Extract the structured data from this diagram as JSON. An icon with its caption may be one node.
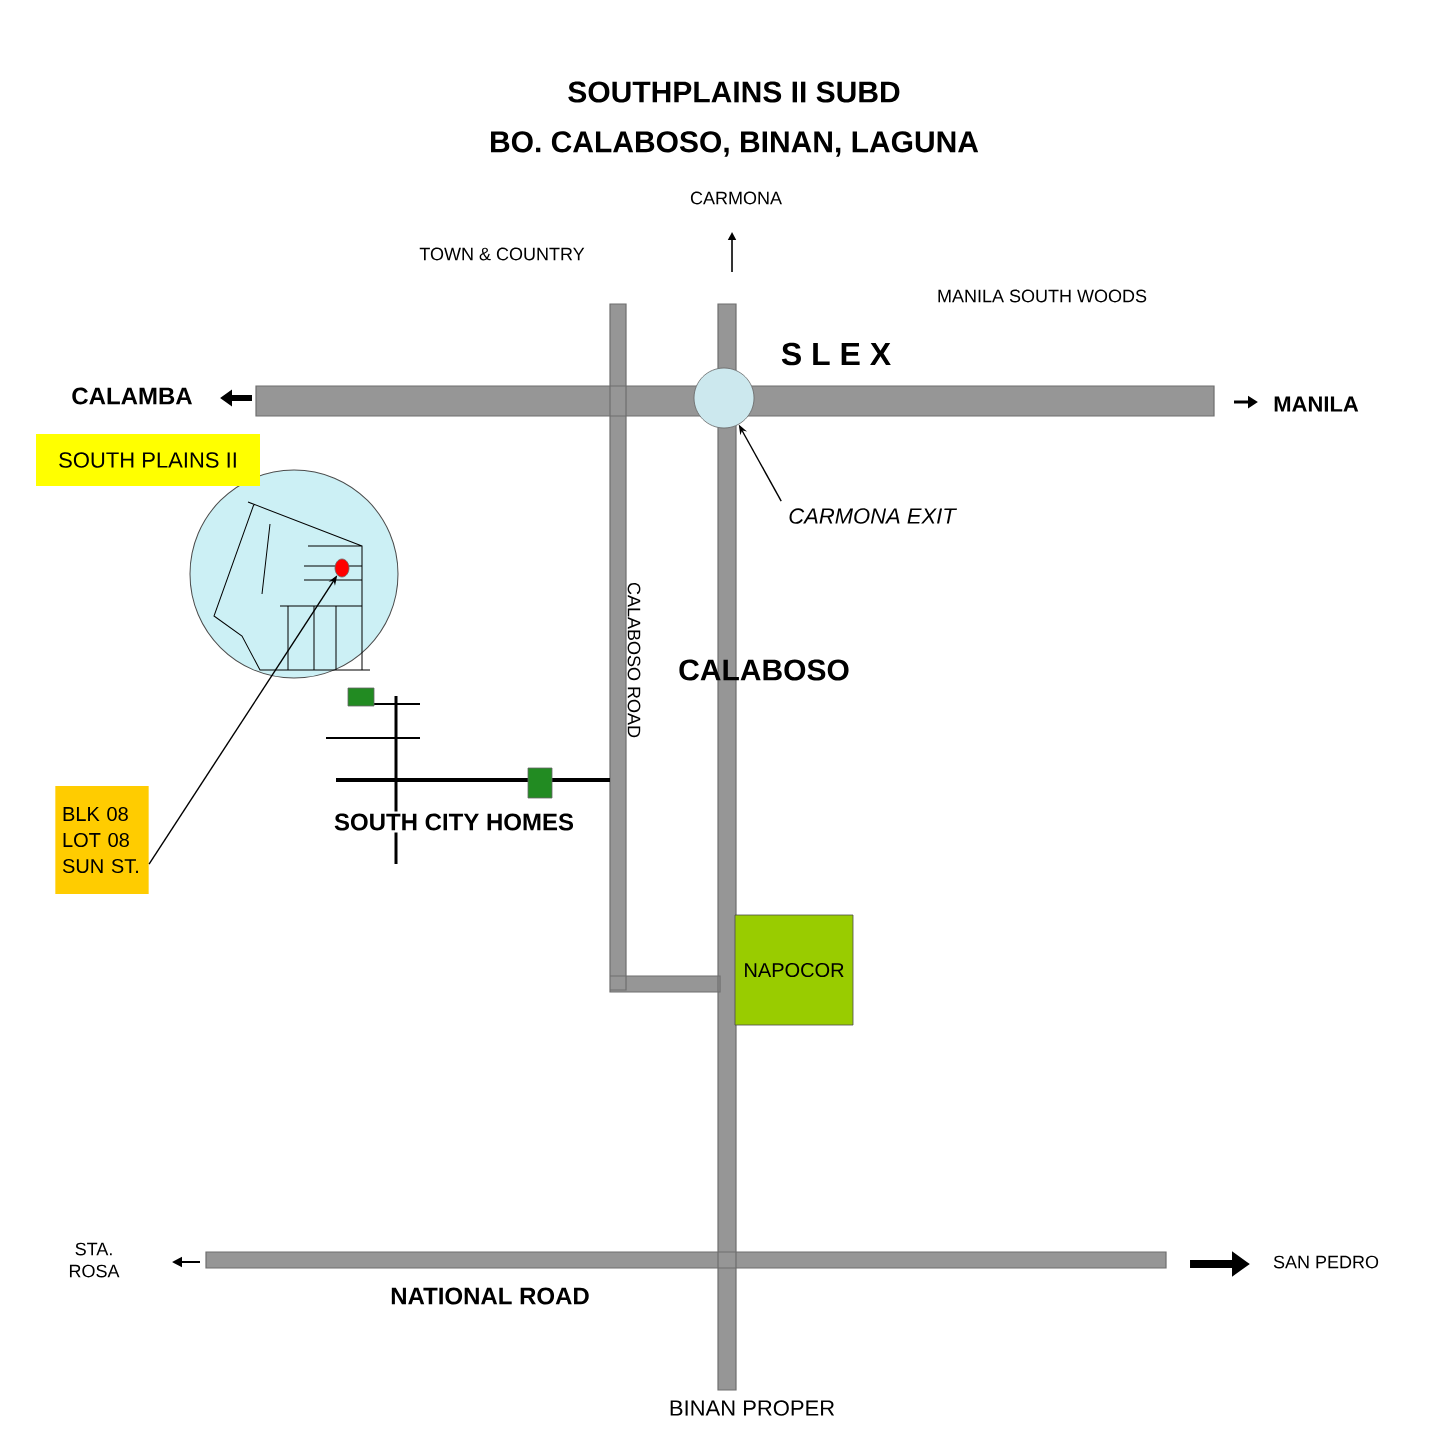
{
  "diagram": {
    "title": "SOUTHPLAINS II SUBD",
    "nodes": [
      {
        "text": [
          "SOUTH PLAINS II"
        ]
      },
      {
        "text": [
          "BLK 08 LOT 08 SUN ST."
        ]
      },
      {
        "text": [
          "NAPOCOR"
        ]
      },
      {
        "text": [],
        "shape": "circle"
      },
      {
        "text": [
          "CARMONA EXIT"
        ]
      },
      {
        "text": [],
        "shape": "circle"
      }
    ],
    "edges": [
      {
        "from": 1,
        "to": 3,
        "arrow": "to"
      },
      {
        "from": 4,
        "to": 5,
        "arrow": "to"
      }
    ],
    "labels": [
      "BO. CALABOSO, BINAN, LAGUNA",
      "CARMONA",
      "TOWN & COUNTRY",
      "MANILA SOUTH WOODS",
      "CALAMBA",
      "S L E X",
      "MANILA",
      "CALABOSO ROAD",
      "CALABOSO",
      "SOUTH CITY HOMES",
      "STA. ROSA",
      "NATIONAL ROAD",
      "SAN PEDRO",
      "BINAN PROPER"
    ]
  }
}
